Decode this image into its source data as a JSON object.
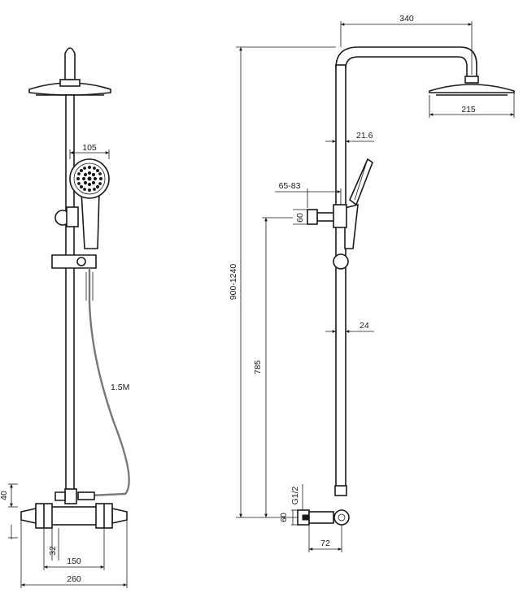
{
  "dimensions": {
    "d340": "340",
    "d215": "215",
    "d216": "21.6",
    "d6583": "65-83",
    "d60_top": "60",
    "d9001240": "900-1240",
    "d785": "785",
    "d24": "24",
    "dG12": "G1/2",
    "d60_bottom": "60",
    "d72": "72",
    "d105": "105",
    "d15m": "1.5M",
    "d40": "40",
    "d32": "32",
    "d150": "150",
    "d260": "260"
  }
}
